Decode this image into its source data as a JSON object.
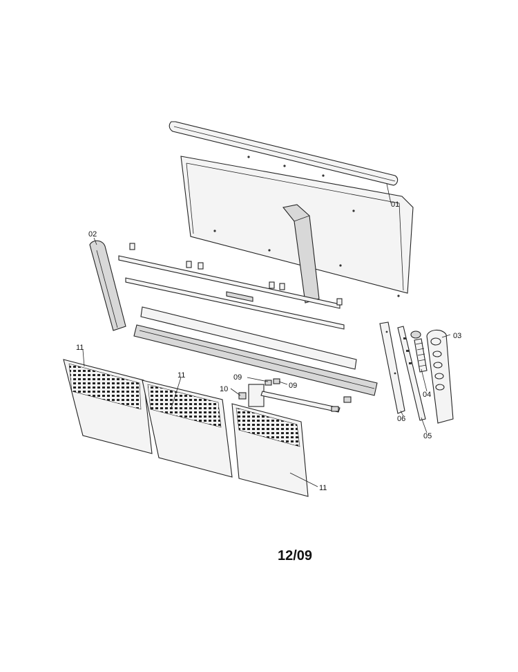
{
  "diagram": {
    "callouts": {
      "p01": "01",
      "p02": "02",
      "p03": "03",
      "p04": "04",
      "p05": "05",
      "p06": "06",
      "p09a": "09",
      "p09b": "09",
      "p10": "10",
      "p11a": "11",
      "p11b": "11",
      "p11c": "11"
    },
    "date_code": "12/09"
  }
}
